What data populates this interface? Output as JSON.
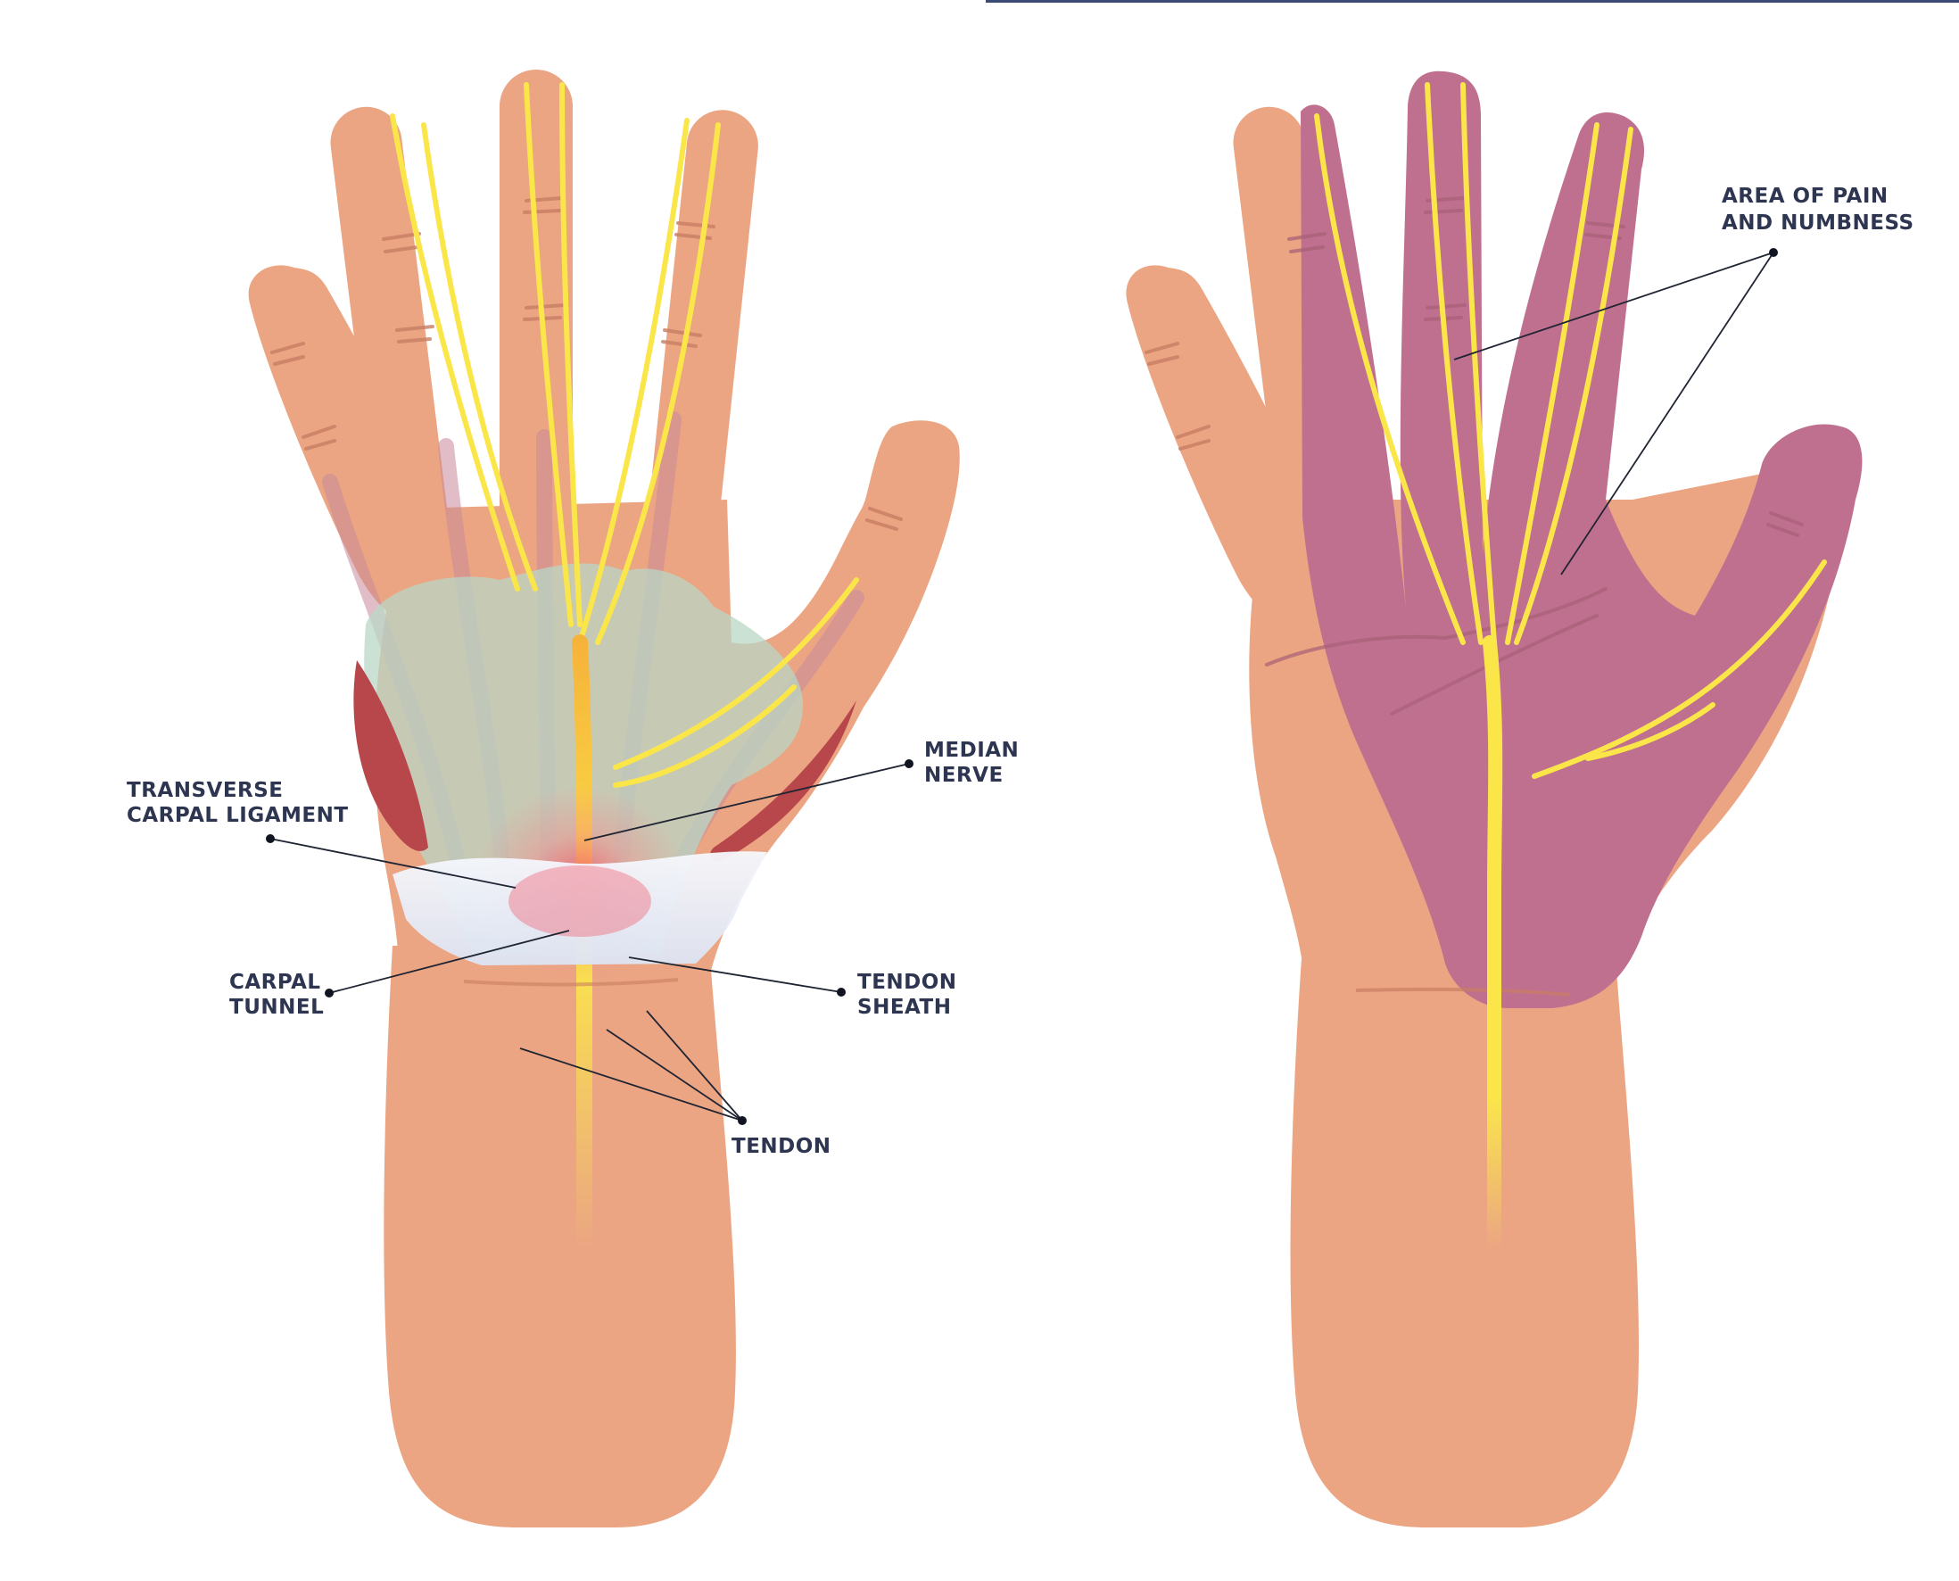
{
  "colors": {
    "skin": "#eba583",
    "skin_shadow": "#d68f6f",
    "crease": "#c97e63",
    "nerve": "#fbe64a",
    "tendon": "#c98a9a",
    "sheath": "#b9d7c5",
    "ligament": "#eef2fb",
    "muscle": "#b8474b",
    "inflammation": "#f0485c",
    "numb_area": "#c0708f",
    "label_text": "#2d3550",
    "leader_line": "#1f2433"
  },
  "left_diagram": {
    "labels": {
      "transverse_ligament": [
        "TRANSVERSE",
        "CARPAL LIGAMENT"
      ],
      "median_nerve": [
        "MEDIAN",
        "NERVE"
      ],
      "carpal_tunnel": [
        "CARPAL",
        "TUNNEL"
      ],
      "tendon_sheath": [
        "TENDON",
        "SHEATH"
      ],
      "tendon": [
        "TENDON"
      ]
    }
  },
  "right_diagram": {
    "labels": {
      "area_of_pain": [
        "AREA OF PAIN",
        "AND NUMBNESS"
      ]
    }
  }
}
